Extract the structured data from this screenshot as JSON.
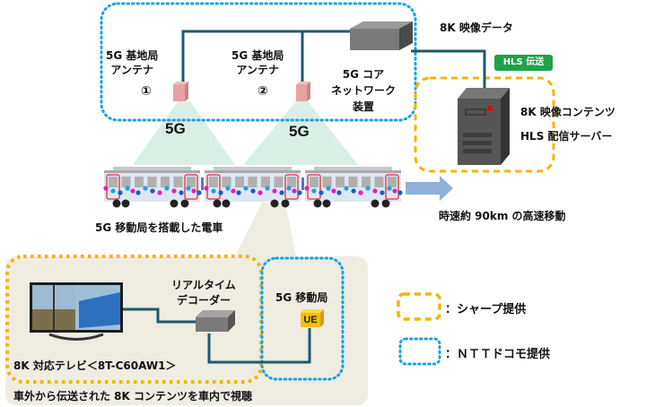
{
  "colors": {
    "ntt_border": "#1aa3e0",
    "sharp_border": "#f5b400",
    "cable": "#1f5a6e",
    "beam": "#d9efe6",
    "hls_badge": "#1fa24a",
    "arrow": "#8fb0d8",
    "inset_bg": "#efece2"
  },
  "network": {
    "antenna1": {
      "line1": "5G 基地局",
      "line2": "アンテナ",
      "number": "①",
      "icon": "antenna-icon"
    },
    "antenna2": {
      "line1": "5G 基地局",
      "line2": "アンテナ",
      "number": "②",
      "icon": "antenna-icon"
    },
    "core": {
      "line1": "5G コア",
      "line2": "ネットワーク",
      "line3": "装置",
      "icon": "network-device-icon"
    },
    "beam1_label": "5G",
    "beam2_label": "5G"
  },
  "server": {
    "data_label": "8K 映像データ",
    "transfer_badge": "HLS 伝送",
    "line1": "8K 映像コンテンツ",
    "line2": "HLS 配信サーバー",
    "icon": "server-tower-icon"
  },
  "train": {
    "caption": "5G 移動局を搭載した電車",
    "cars": 3,
    "motion_caption": "時速約 90km の高速移動",
    "icon": "train-icon"
  },
  "inset": {
    "decoder_line1": "リアルタイム",
    "decoder_line2": "デコーダー",
    "mobile_station": "5G 移動局",
    "ue_label": "UE",
    "tv_label": "8K 対応テレビ＜8T-C60AW1＞",
    "caption": "車外から伝送された 8K コンテンツを車内で視聴"
  },
  "legend": [
    {
      "style": "dashed-orange",
      "label": "：シャープ提供"
    },
    {
      "style": "dotted-blue",
      "label": "：ＮＴＴドコモ提供"
    }
  ]
}
